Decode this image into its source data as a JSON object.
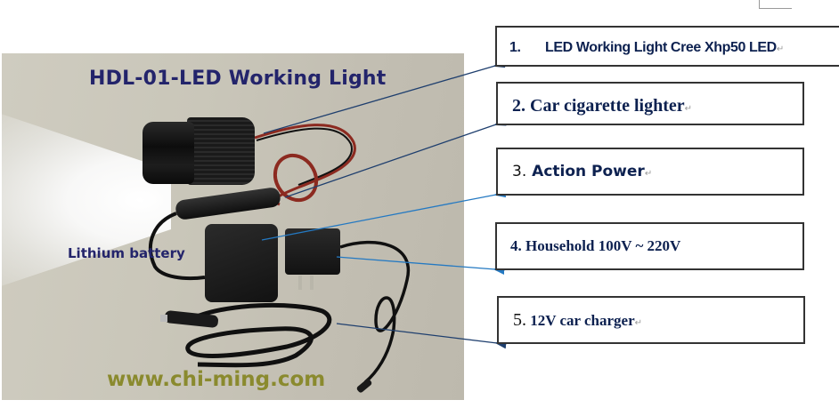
{
  "photo": {
    "title": "HDL-01-LED Working Light",
    "battery_label": "Lithium battery",
    "website": "www.chi-ming.com"
  },
  "callouts": [
    {
      "number": "1.",
      "text": "LED Working Light Cree Xhp50 LED",
      "mark": "↵"
    },
    {
      "number": "2.",
      "text": "Car cigarette lighter",
      "mark": "↵"
    },
    {
      "number": "3.",
      "text": "Action Power",
      "mark": "↵"
    },
    {
      "number": "4.",
      "text": "Household 100V ~ 220V",
      "mark": ""
    },
    {
      "number": "5.",
      "text": "12V car charger",
      "mark": "↵"
    }
  ],
  "colors": {
    "title_text": "#23246b",
    "callout_text": "#0d2150",
    "website_text": "#8a8a2e",
    "arrow_dark": "#1f3f6e",
    "arrow_blue": "#2479c2",
    "box_border": "#333333"
  }
}
